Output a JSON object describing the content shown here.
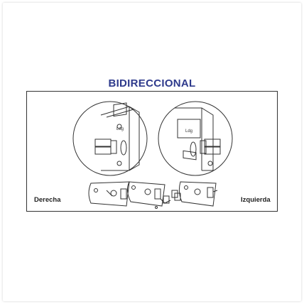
{
  "title": "BIDIRECCIONAL",
  "labels": {
    "left": "Derecha",
    "right": "Izquierda"
  },
  "colors": {
    "title": "#2e3a8c",
    "line": "#333333"
  },
  "icons": [
    "lock-detail-icon",
    "lock-mechanism-icon"
  ]
}
